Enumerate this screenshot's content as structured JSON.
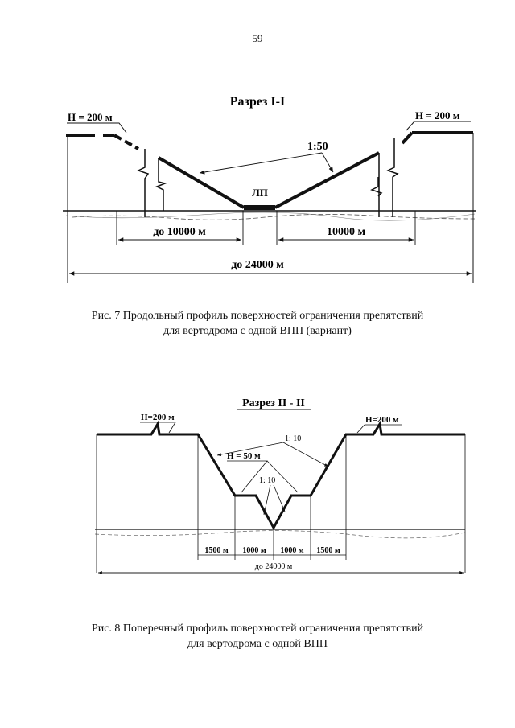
{
  "page_number": "59",
  "figure7": {
    "section_title": "Разрез I-I",
    "height_left": "H = 200 м",
    "height_right": "H = 200 м",
    "slope": "1:50",
    "runway_label": "ЛП",
    "dim_left": "до 10000 м",
    "dim_right": "10000 м",
    "dim_total": "до 24000 м",
    "caption_line1": "Рис. 7  Продольный профиль поверхностей ограничения препятствий",
    "caption_line2": "для вертодрома с одной ВПП (вариант)"
  },
  "figure8": {
    "section_title": "Разрез II - II",
    "height_left": "H=200 м",
    "height_right": "H=200 м",
    "height_mid": "H = 50 м",
    "slope_outer": "1: 10",
    "slope_inner": "1: 10",
    "dims": [
      "1500 м",
      "1000 м",
      "1000 м",
      "1500 м"
    ],
    "dim_total": "до 24000 м",
    "caption_line1": "Рис. 8 Поперечный профиль поверхностей ограничения препятствий",
    "caption_line2": "для вертодрома с одной ВПП"
  }
}
